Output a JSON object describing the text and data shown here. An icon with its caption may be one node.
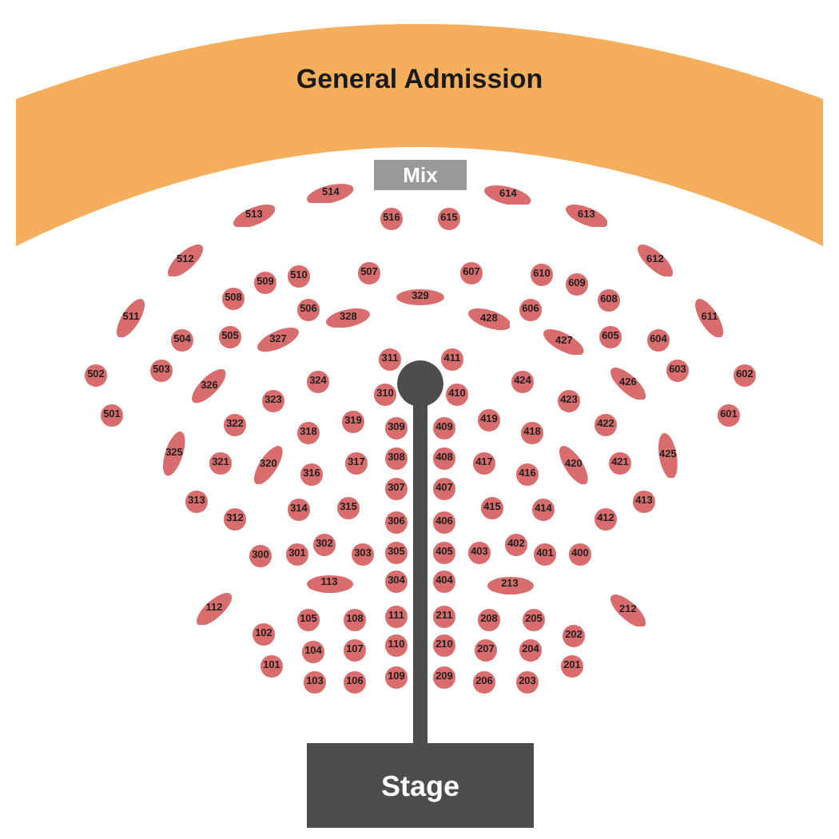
{
  "diagram": {
    "nodes": [
      {
        "text": [
          "General Admission"
        ]
      },
      {
        "text": [
          "Mix"
        ]
      },
      {
        "text": [
          "513"
        ]
      },
      {
        "text": [
          "514"
        ]
      },
      {
        "text": [
          "516"
        ]
      },
      {
        "text": [
          "615"
        ]
      },
      {
        "text": [
          "614"
        ]
      },
      {
        "text": [
          "613"
        ]
      },
      {
        "text": [
          "512"
        ]
      },
      {
        "text": [
          "509"
        ]
      },
      {
        "text": [
          "510"
        ]
      },
      {
        "text": [
          "507"
        ]
      },
      {
        "text": [
          "607"
        ]
      },
      {
        "text": [
          "610"
        ]
      },
      {
        "text": [
          "609"
        ]
      },
      {
        "text": [
          "612"
        ]
      },
      {
        "text": [
          "511"
        ]
      },
      {
        "text": [
          "508"
        ]
      },
      {
        "text": [
          "506"
        ]
      },
      {
        "text": [
          "328"
        ]
      },
      {
        "text": [
          "329"
        ]
      },
      {
        "text": [
          "428"
        ]
      },
      {
        "text": [
          "606"
        ]
      },
      {
        "text": [
          "608"
        ]
      },
      {
        "text": [
          "611"
        ]
      },
      {
        "text": [
          "504"
        ]
      },
      {
        "text": [
          "505"
        ]
      },
      {
        "text": [
          "327"
        ]
      },
      {
        "text": [
          "427"
        ]
      },
      {
        "text": [
          "605"
        ]
      },
      {
        "text": [
          "604"
        ]
      },
      {
        "text": [
          "311"
        ]
      },
      {
        "text": [
          "411"
        ]
      },
      {
        "text": [
          "502"
        ]
      },
      {
        "text": [
          "503"
        ]
      },
      {
        "text": [
          "326"
        ]
      },
      {
        "text": [
          "324"
        ]
      },
      {
        "text": [
          "424"
        ]
      },
      {
        "text": [
          "426"
        ]
      },
      {
        "text": [
          "603"
        ]
      },
      {
        "text": [
          "602"
        ]
      },
      {
        "text": [
          "323"
        ]
      },
      {
        "text": [
          "310"
        ]
      },
      {
        "text": [
          "410"
        ]
      },
      {
        "text": [
          "423"
        ]
      },
      {
        "text": [
          "501"
        ]
      },
      {
        "text": [
          "322"
        ]
      },
      {
        "text": [
          "318"
        ]
      },
      {
        "text": [
          "319"
        ]
      },
      {
        "text": [
          "309"
        ]
      },
      {
        "text": [
          "409"
        ]
      },
      {
        "text": [
          "419"
        ]
      },
      {
        "text": [
          "418"
        ]
      },
      {
        "text": [
          "422"
        ]
      },
      {
        "text": [
          "601"
        ]
      },
      {
        "text": [
          "325"
        ]
      },
      {
        "text": [
          "321"
        ]
      },
      {
        "text": [
          "320"
        ]
      },
      {
        "text": [
          "317"
        ]
      },
      {
        "text": [
          "308"
        ]
      },
      {
        "text": [
          "408"
        ]
      },
      {
        "text": [
          "417"
        ]
      },
      {
        "text": [
          "420"
        ]
      },
      {
        "text": [
          "421"
        ]
      },
      {
        "text": [
          "425"
        ]
      },
      {
        "text": [
          "316"
        ]
      },
      {
        "text": [
          "416"
        ]
      },
      {
        "text": [
          "307"
        ]
      },
      {
        "text": [
          "407"
        ]
      },
      {
        "text": [
          "313"
        ]
      },
      {
        "text": [
          "314"
        ]
      },
      {
        "text": [
          "315"
        ]
      },
      {
        "text": [
          "415"
        ]
      },
      {
        "text": [
          "414"
        ]
      },
      {
        "text": [
          "413"
        ]
      },
      {
        "text": [
          "312"
        ]
      },
      {
        "text": [
          "306"
        ]
      },
      {
        "text": [
          "406"
        ]
      },
      {
        "text": [
          "412"
        ]
      },
      {
        "text": [
          "302"
        ]
      },
      {
        "text": [
          "402"
        ]
      },
      {
        "text": [
          "300"
        ]
      },
      {
        "text": [
          "301"
        ]
      },
      {
        "text": [
          "303"
        ]
      },
      {
        "text": [
          "305"
        ]
      },
      {
        "text": [
          "405"
        ]
      },
      {
        "text": [
          "403"
        ]
      },
      {
        "text": [
          "401"
        ]
      },
      {
        "text": [
          "400"
        ]
      },
      {
        "text": [
          "113"
        ]
      },
      {
        "text": [
          "304"
        ]
      },
      {
        "text": [
          "404"
        ]
      },
      {
        "text": [
          "213"
        ]
      },
      {
        "text": [
          "112"
        ]
      },
      {
        "text": [
          "105"
        ]
      },
      {
        "text": [
          "108"
        ]
      },
      {
        "text": [
          "111"
        ]
      },
      {
        "text": [
          "211"
        ]
      },
      {
        "text": [
          "208"
        ]
      },
      {
        "text": [
          "205"
        ]
      },
      {
        "text": [
          "212"
        ]
      },
      {
        "text": [
          "102"
        ]
      },
      {
        "text": [
          "202"
        ]
      },
      {
        "text": [
          "104"
        ]
      },
      {
        "text": [
          "107"
        ]
      },
      {
        "text": [
          "110"
        ]
      },
      {
        "text": [
          "210"
        ]
      },
      {
        "text": [
          "207"
        ]
      },
      {
        "text": [
          "204"
        ]
      },
      {
        "text": [
          "101"
        ]
      },
      {
        "text": [
          "201"
        ]
      },
      {
        "text": [
          "103"
        ]
      },
      {
        "text": [
          "106"
        ]
      },
      {
        "text": [
          "109"
        ]
      },
      {
        "text": [
          "209"
        ]
      },
      {
        "text": [
          "206"
        ]
      },
      {
        "text": [
          "203"
        ]
      },
      {
        "text": [
          "Stage"
        ]
      }
    ]
  }
}
